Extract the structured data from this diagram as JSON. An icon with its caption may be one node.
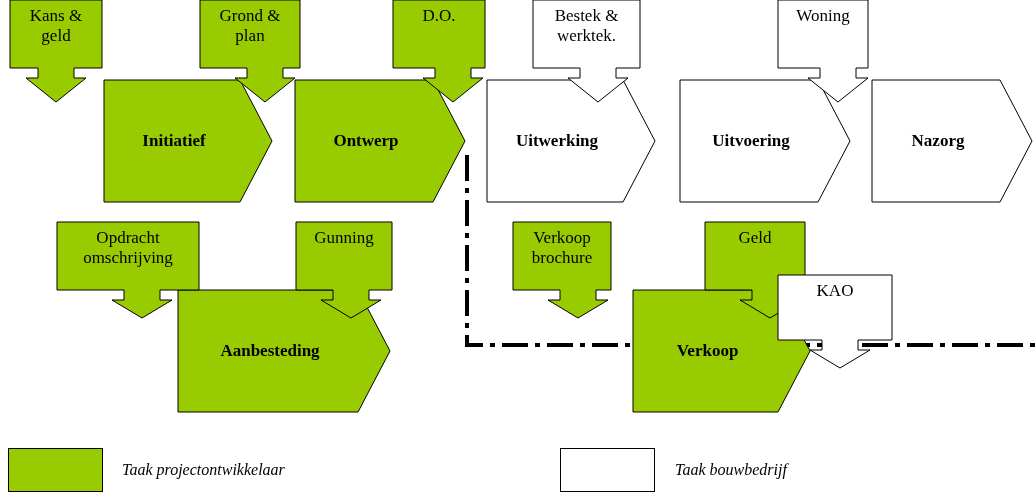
{
  "diagram": {
    "nodes": [
      {
        "text": [
          "Kans & geld"
        ]
      },
      {
        "text": [
          "Grond & plan"
        ]
      },
      {
        "text": [
          "D.O."
        ]
      },
      {
        "text": [
          "Bestek & werktek."
        ]
      },
      {
        "text": [
          "Woning"
        ]
      },
      {
        "text": [
          "Initiatief"
        ]
      },
      {
        "text": [
          "Ontwerp"
        ]
      },
      {
        "text": [
          "Uitwerking"
        ]
      },
      {
        "text": [
          "Uitvoering"
        ]
      },
      {
        "text": [
          "Nazorg"
        ]
      },
      {
        "text": [
          "Opdracht omschrijving"
        ]
      },
      {
        "text": [
          "Gunning"
        ]
      },
      {
        "text": [
          "Verkoop brochure"
        ]
      },
      {
        "text": [
          "Geld"
        ]
      },
      {
        "text": [
          "KAO"
        ]
      },
      {
        "text": [
          "Aanbesteding"
        ]
      },
      {
        "text": [
          "Verkoop"
        ]
      }
    ],
    "legend": [
      {
        "text": "Taak projectontwikkelaar",
        "color": "#99cc00"
      },
      {
        "text": "Taak bouwbedrijf",
        "color": "#ffffff"
      }
    ]
  }
}
